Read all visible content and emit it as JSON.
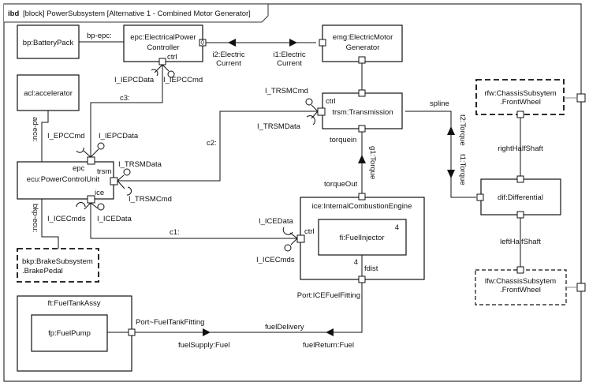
{
  "frame": {
    "keyword": "ibd",
    "title": "[block] PowerSubsystem [Alternative 1 - Combined Motor Generator]"
  },
  "parts": {
    "battery": "bp:BatteryPack",
    "epc_line1": "epc:ElectricalPower",
    "epc_line2": "Controller",
    "emg_line1": "emg:ElectricMotor",
    "emg_line2": "Generator",
    "acl": "acl:accelerator",
    "trsm": "trsm:Transmission",
    "ecu": "ecu:PowerControlUnit",
    "bkp_line1": "bkp:BrakeSubsystem",
    "bkp_line2": ".BrakePedal",
    "ice": "ice:InternalCombustionEngine",
    "fi": "fi:FuelInjector",
    "fi_multiplicity": "4",
    "ft": "ft:FuelTankAssy",
    "fp": "fp:FuelPump",
    "rfw_line1": "rfw:ChassisSubsytem",
    "rfw_line2": ".FrontWheel",
    "dif": "dif:Differential",
    "lfw_line1": "lfw:ChassisSubsytem",
    "lfw_line2": ".FrontWheel"
  },
  "ports": {
    "epc_ctrl": "ctrl",
    "trsm_ctrl": "ctrl",
    "torquein": "torquein",
    "torqueOut": "torqueOut",
    "ecu_epc": "epc",
    "ecu_trsm": "trsm",
    "ecu_ice": "ice",
    "ice_ctrl": "ctrl",
    "fdist": "fdist",
    "fdist_multiplicity": "4",
    "ice_fuel_fitting": "Port:ICEFuelFitting",
    "fuel_tank_fitting": "Port~FuelTankFitting",
    "spline": "spline"
  },
  "interfaces": {
    "epc_data": "I_IEPCData",
    "epc_cmd": "I_IEPCCmd",
    "ecu_epccmd": "I_EPCCmd",
    "ecu_iepcdata": "I_IEPCData",
    "ecu_trsmdata": "I_TRSMData",
    "ecu_trsmcmd": "I_TRSMCmd",
    "trsm_cmd": "I_TRSMCmd",
    "trsm_data": "I_TRSMData",
    "ecu_icecmds": "I_ICECmds",
    "ecu_icedata": "I_ICEData",
    "ice_data": "I_ICEData",
    "ice_cmds": "I_ICECmds"
  },
  "connectors": {
    "bp_epc": "bp-epc:",
    "i2_line1": "i2:Electric",
    "i2_line2": "Current",
    "i1_line1": "i1:Electric",
    "i1_line2": "Current",
    "c3": "c3:",
    "c2": "c2:",
    "c1": "c1:",
    "ad_ecu": "ad-ecu:",
    "bkp_ecu": "bkp-ecu:",
    "g1": "g1:Torque",
    "t2": "t2:Torque",
    "t1": "t1:Torque",
    "right_half_shaft": "rightHalfShaft",
    "left_half_shaft": "leftHalfShaft",
    "fuel_delivery": "fuelDelivery",
    "fuel_supply": "fuelSupply:Fuel",
    "fuel_return": "fuelReturn:Fuel"
  }
}
